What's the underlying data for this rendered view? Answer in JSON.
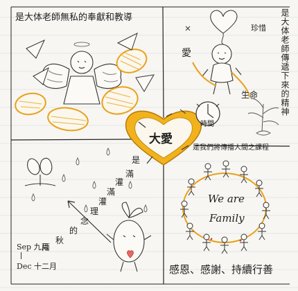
{
  "center": {
    "label": "大愛"
  },
  "top_left": {
    "caption": "是大体老師無私的奉獻和教導"
  },
  "top_right": {
    "vertical_caption": "是大体老師傳遞下來的精神",
    "heart_label": "珍惜",
    "love_label": "愛",
    "clock_label": "時間",
    "life_label": "生命"
  },
  "middle_right": {
    "caption": "是我們將傳播人間之課程"
  },
  "bottom_left": {
    "diagonal_text": [
      "是",
      "滿",
      "灌",
      "滿",
      "灌",
      "理",
      "念",
      "的",
      "秋",
      "兩"
    ],
    "date_start": "Sep 九月",
    "date_end": "Dec 十二月"
  },
  "bottom_right": {
    "we_are": "We are",
    "family": "Family",
    "caption": "感恩、感謝、持續行善"
  },
  "colors": {
    "ink": "#1f1f1f",
    "accent": "#e8a11b"
  }
}
